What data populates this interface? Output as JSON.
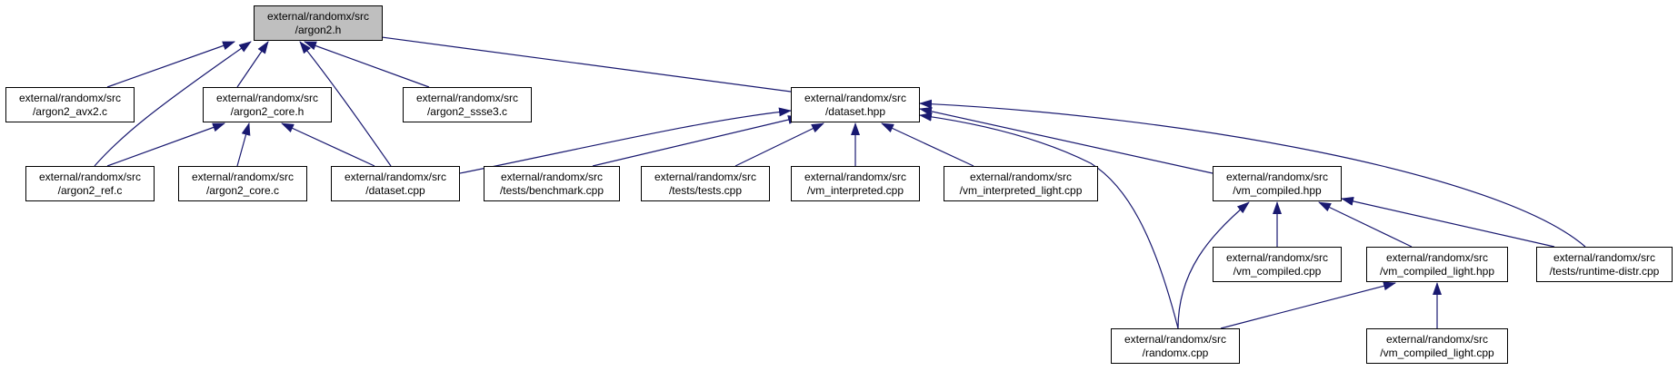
{
  "colors": {
    "edge": "#191970",
    "root_fill": "#bfbfbf",
    "node_fill": "#ffffff",
    "border": "#000000"
  },
  "nodes": {
    "root": {
      "line1": "external/randomx/src",
      "line2": "/argon2.h"
    },
    "avx2": {
      "line1": "external/randomx/src",
      "line2": "/argon2_avx2.c"
    },
    "core_h": {
      "line1": "external/randomx/src",
      "line2": "/argon2_core.h"
    },
    "ssse3": {
      "line1": "external/randomx/src",
      "line2": "/argon2_ssse3.c"
    },
    "dataset_hpp": {
      "line1": "external/randomx/src",
      "line2": "/dataset.hpp"
    },
    "ref": {
      "line1": "external/randomx/src",
      "line2": "/argon2_ref.c"
    },
    "core_c": {
      "line1": "external/randomx/src",
      "line2": "/argon2_core.c"
    },
    "dataset_cpp": {
      "line1": "external/randomx/src",
      "line2": "/dataset.cpp"
    },
    "benchmark": {
      "line1": "external/randomx/src",
      "line2": "/tests/benchmark.cpp"
    },
    "tests": {
      "line1": "external/randomx/src",
      "line2": "/tests/tests.cpp"
    },
    "interp": {
      "line1": "external/randomx/src",
      "line2": "/vm_interpreted.cpp"
    },
    "interp_light": {
      "line1": "external/randomx/src",
      "line2": "/vm_interpreted_light.cpp"
    },
    "compiled_hpp": {
      "line1": "external/randomx/src",
      "line2": "/vm_compiled.hpp"
    },
    "compiled_cpp": {
      "line1": "external/randomx/src",
      "line2": "/vm_compiled.cpp"
    },
    "compiled_light_hpp": {
      "line1": "external/randomx/src",
      "line2": "/vm_compiled_light.hpp"
    },
    "runtime": {
      "line1": "external/randomx/src",
      "line2": "/tests/runtime-distr.cpp"
    },
    "randomx": {
      "line1": "external/randomx/src",
      "line2": "/randomx.cpp"
    },
    "compiled_light_cpp": {
      "line1": "external/randomx/src",
      "line2": "/vm_compiled_light.cpp"
    }
  },
  "edges": [
    {
      "from": "avx2",
      "to": "root"
    },
    {
      "from": "core_h",
      "to": "root"
    },
    {
      "from": "ssse3",
      "to": "root"
    },
    {
      "from": "dataset_hpp",
      "to": "root"
    },
    {
      "from": "ref",
      "to": "root"
    },
    {
      "from": "dataset_cpp",
      "to": "root"
    },
    {
      "from": "ref",
      "to": "core_h"
    },
    {
      "from": "core_c",
      "to": "core_h"
    },
    {
      "from": "dataset_cpp",
      "to": "core_h"
    },
    {
      "from": "dataset_cpp",
      "to": "dataset_hpp"
    },
    {
      "from": "benchmark",
      "to": "dataset_hpp"
    },
    {
      "from": "tests",
      "to": "dataset_hpp"
    },
    {
      "from": "interp",
      "to": "dataset_hpp"
    },
    {
      "from": "interp_light",
      "to": "dataset_hpp"
    },
    {
      "from": "compiled_hpp",
      "to": "dataset_hpp"
    },
    {
      "from": "runtime",
      "to": "dataset_hpp"
    },
    {
      "from": "randomx",
      "to": "dataset_hpp"
    },
    {
      "from": "compiled_cpp",
      "to": "compiled_hpp"
    },
    {
      "from": "compiled_light_hpp",
      "to": "compiled_hpp"
    },
    {
      "from": "runtime",
      "to": "compiled_hpp"
    },
    {
      "from": "randomx",
      "to": "compiled_hpp"
    },
    {
      "from": "randomx",
      "to": "compiled_light_hpp"
    },
    {
      "from": "compiled_light_cpp",
      "to": "compiled_light_hpp"
    }
  ]
}
